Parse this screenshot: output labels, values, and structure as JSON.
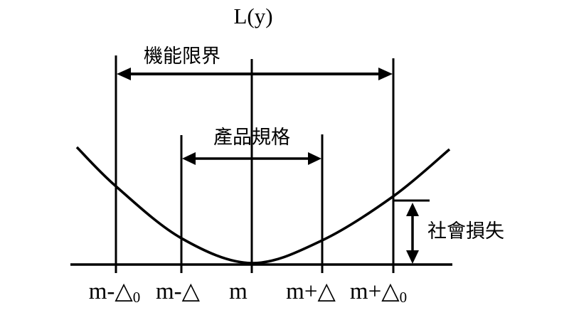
{
  "title": "L(y)",
  "labels": {
    "functional_limits": "機能限界",
    "product_spec": "產品規格",
    "social_loss": "社會損失"
  },
  "axis_labels": [
    {
      "pre": "m-",
      "delta": "△",
      "sub": "0"
    },
    {
      "pre": "m-",
      "delta": "△",
      "sub": ""
    },
    {
      "pre": "m",
      "delta": "",
      "sub": ""
    },
    {
      "pre": "m+",
      "delta": "△",
      "sub": ""
    },
    {
      "pre": "m+",
      "delta": "△",
      "sub": "0"
    }
  ],
  "colors": {
    "stroke": "#000000",
    "background": "#ffffff"
  }
}
